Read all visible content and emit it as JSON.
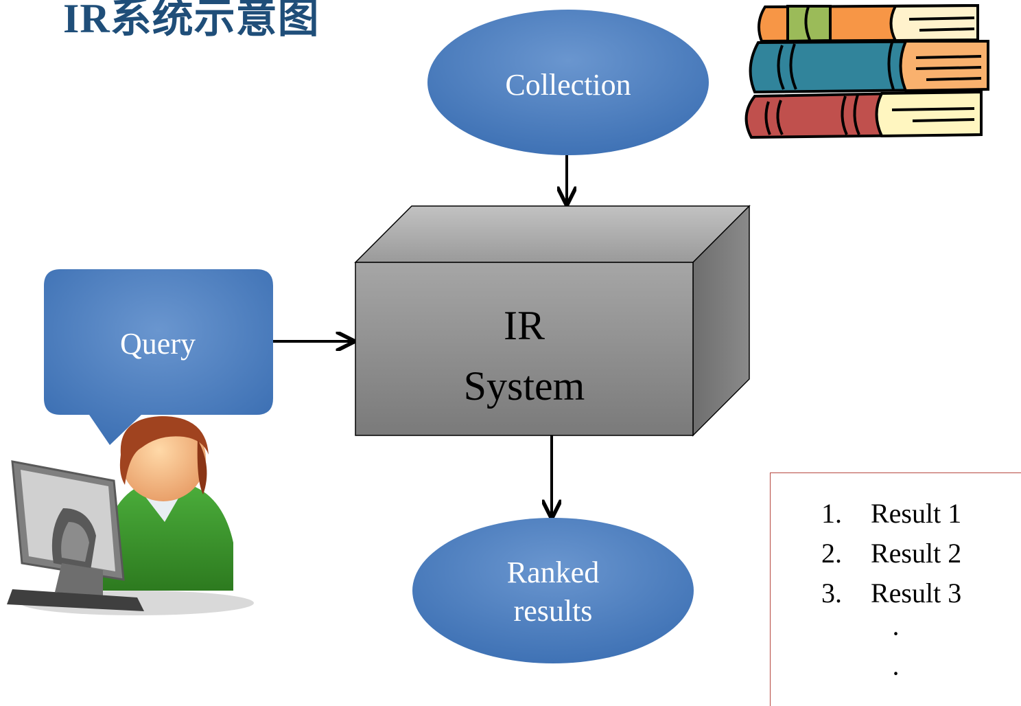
{
  "title": "IR系统示意图",
  "nodes": {
    "collection": "Collection",
    "query": "Query",
    "ir_system_line1": "IR",
    "ir_system_line2": "System",
    "ranked_line1": "Ranked",
    "ranked_line2": "results"
  },
  "results": [
    {
      "num": "1.",
      "label": "Result 1"
    },
    {
      "num": "2.",
      "label": "Result 2"
    },
    {
      "num": "3.",
      "label": "Result 3"
    }
  ],
  "ellipsis": [
    "·",
    "·"
  ],
  "icons": {
    "books": "books-stack-icon",
    "user": "user-at-computer-icon"
  },
  "colors": {
    "node_blue": "#4f81bd",
    "box_gray": "#8c8c8c",
    "title": "#1f4e79",
    "result_border": "#b5473f"
  }
}
